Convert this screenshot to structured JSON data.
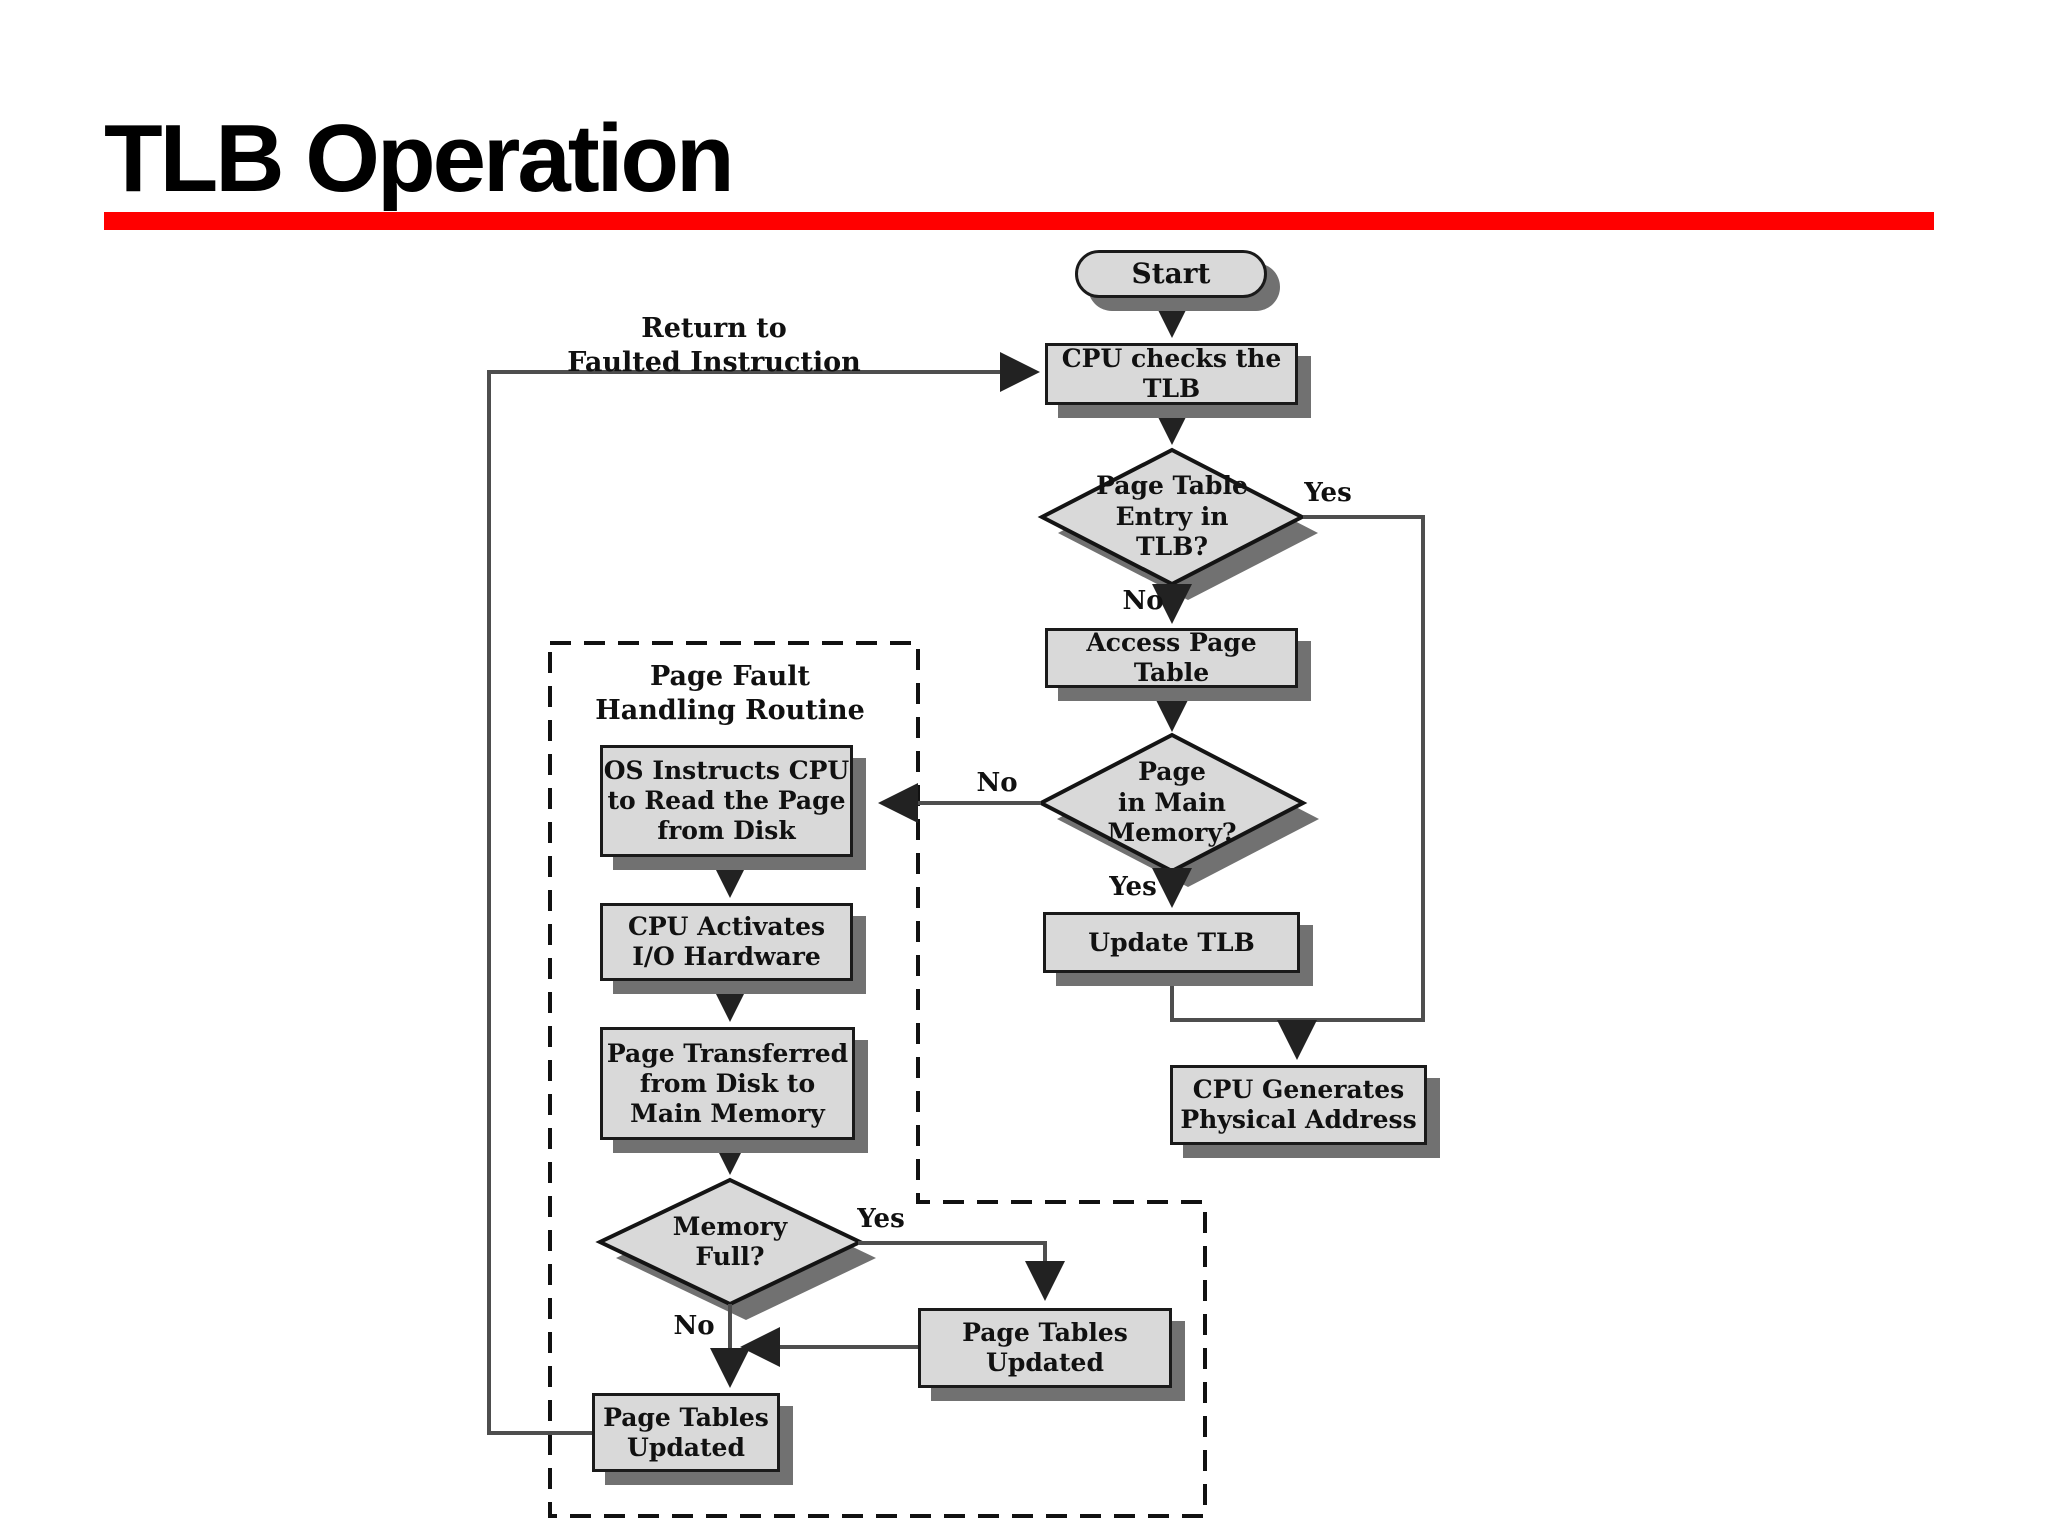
{
  "slide": {
    "title": "TLB Operation"
  },
  "colors": {
    "accent_red": "#ff0000",
    "node_fill": "#d9d9d9",
    "node_border": "#1a1a1a",
    "shadow": "#717171",
    "connector": "#4e4e4e"
  },
  "captions": {
    "return_l1": "Return to",
    "return_l2": "Faulted Instruction",
    "page_fault_l1": "Page Fault",
    "page_fault_l2": "Handling Routine"
  },
  "branch": {
    "yes": "Yes",
    "no": "No"
  },
  "nodes": {
    "start": "Start",
    "cpu_checks": "CPU checks the TLB",
    "d1_l1": "Page Table",
    "d1_l2": "Entry in",
    "d1_l3": "TLB?",
    "access_pt": "Access Page Table",
    "d2_l1": "Page",
    "d2_l2": "in Main",
    "d2_l3": "Memory?",
    "update_tlb": "Update TLB",
    "cpu_gen_l1": "CPU Generates",
    "cpu_gen_l2": "Physical Address",
    "os_l1": "OS Instructs CPU",
    "os_l2": "to Read the Page",
    "os_l3": "from Disk",
    "io_l1": "CPU Activates",
    "io_l2": "I/O Hardware",
    "pt_l1": "Page Transferred",
    "pt_l2": "from Disk to",
    "pt_l3": "Main Memory",
    "d3_l1": "Memory",
    "d3_l2": "Full?",
    "ptu_l1": "Page Tables",
    "ptu_l2": "Updated"
  }
}
